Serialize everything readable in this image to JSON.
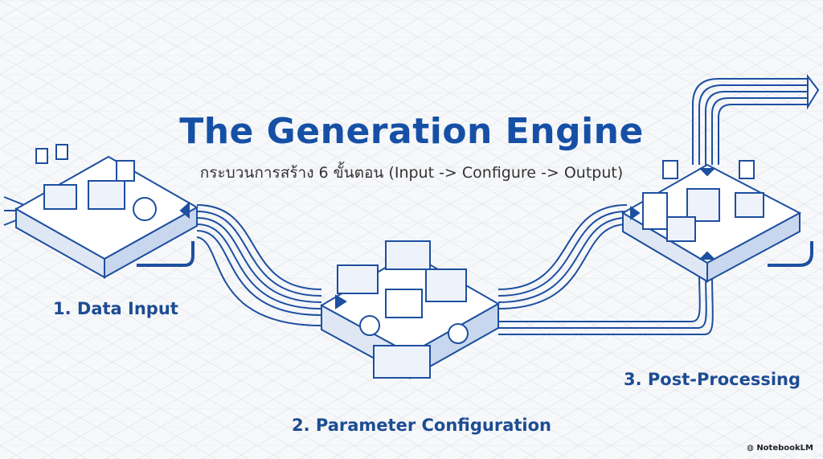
{
  "title": "The Generation Engine",
  "subtitle": "กระบวนการสร้าง 6 ขั้นตอน (Input -> Configure -> Output)",
  "stages": [
    {
      "label": "1. Data Input"
    },
    {
      "label": "2. Parameter Configuration"
    },
    {
      "label": "3. Post-Processing"
    }
  ],
  "brand": "NotebookLM",
  "colors": {
    "accent": "#1650a6",
    "line": "#1d4fa0",
    "background": "#f7f8fa"
  }
}
